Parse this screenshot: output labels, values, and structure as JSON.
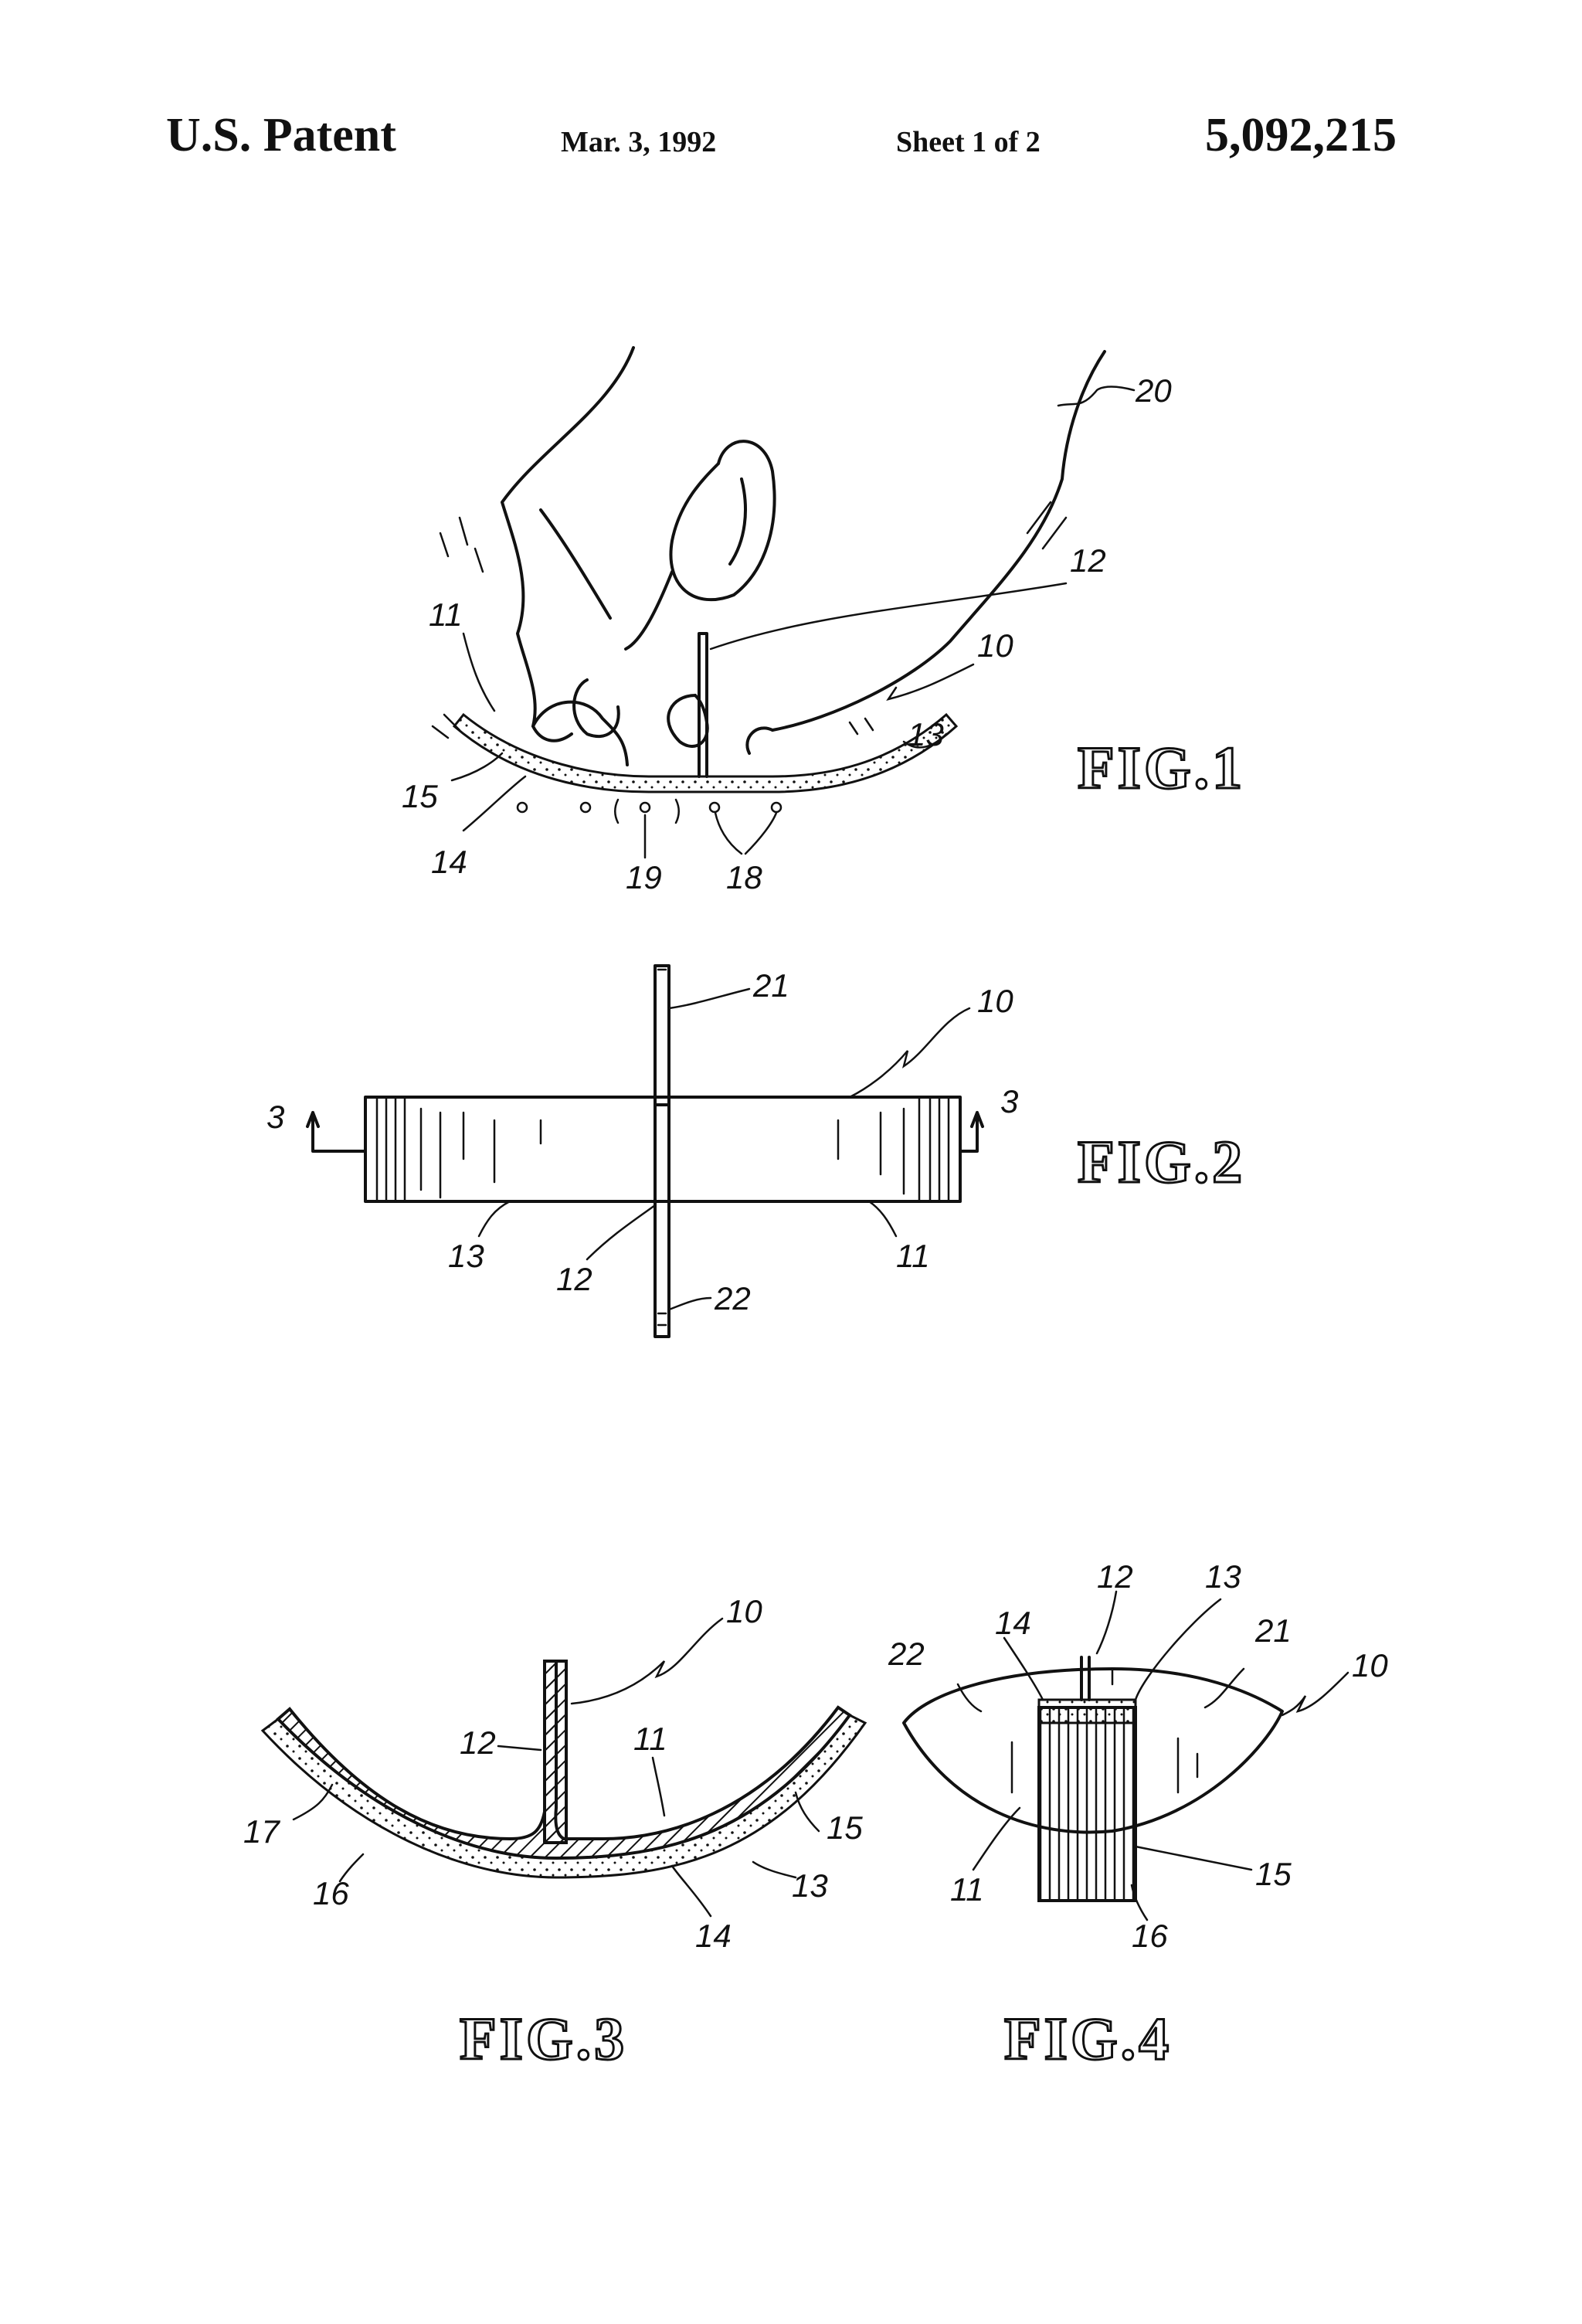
{
  "header": {
    "patent_label": "U.S. Patent",
    "date": "Mar. 3, 1992",
    "sheet": "Sheet 1 of 2",
    "patent_number": "5,092,215"
  },
  "figures": {
    "fig1": {
      "title": "FIG.1",
      "refs": {
        "r20": "20",
        "r12": "12",
        "r10": "10",
        "r11": "11",
        "r13": "13",
        "r15": "15",
        "r14": "14",
        "r19": "19",
        "r18": "18"
      }
    },
    "fig2": {
      "title": "FIG.2",
      "refs": {
        "r21": "21",
        "r10": "10",
        "r3a": "3",
        "r3b": "3",
        "r13": "13",
        "r12": "12",
        "r11": "11",
        "r22": "22"
      }
    },
    "fig3": {
      "title": "FIG.3",
      "refs": {
        "r10": "10",
        "r12": "12",
        "r11": "11",
        "r17": "17",
        "r15": "15",
        "r16": "16",
        "r13": "13",
        "r14": "14"
      }
    },
    "fig4": {
      "title": "FIG.4",
      "refs": {
        "r12": "12",
        "r13": "13",
        "r14": "14",
        "r22": "22",
        "r21": "21",
        "r10": "10",
        "r11": "11",
        "r15": "15",
        "r16": "16"
      }
    }
  }
}
